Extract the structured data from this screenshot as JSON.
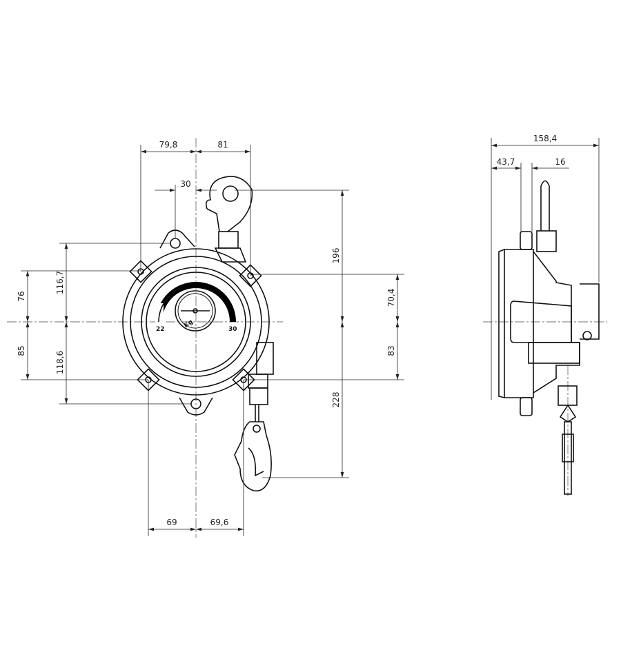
{
  "drawing": {
    "front_view": {
      "dimensions": {
        "top_left_width": "79,8",
        "top_right_width": "81",
        "hook_offset": "30",
        "upper_mount": "76",
        "lower_mount": "85",
        "upper_lug": "116,7",
        "lower_lug": "118,6",
        "hook_top_height": "196",
        "hook_bottom_height": "228",
        "right_upper": "70,4",
        "right_lower": "83",
        "bottom_left_width": "69",
        "bottom_right_width": "69,6"
      },
      "gauge": {
        "min_label": "22",
        "max_label": "30",
        "unit_label": "Kg"
      }
    },
    "side_view": {
      "dimensions": {
        "overall_depth": "158,4",
        "front_offset": "43,7",
        "hook_offset": "16"
      }
    }
  }
}
